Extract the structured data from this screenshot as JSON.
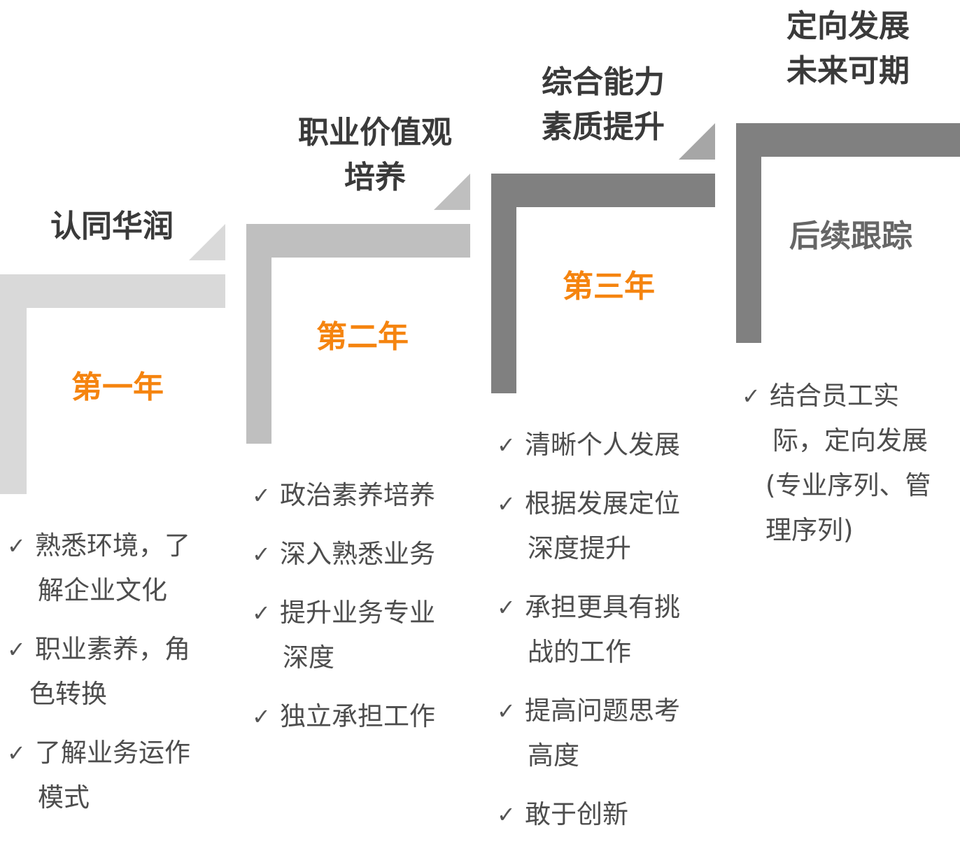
{
  "columns": [
    {
      "heading": [
        "认同华润"
      ],
      "year": "第一年",
      "items": [
        [
          "熟悉环境，了",
          "解企业文化"
        ],
        [
          "职业素养，角",
          "色转换"
        ],
        [
          "了解业务运作",
          "模式"
        ]
      ]
    },
    {
      "heading": [
        "职业价值观",
        "培养"
      ],
      "year": "第二年",
      "items": [
        [
          "政治素养培养"
        ],
        [
          "深入熟悉业务"
        ],
        [
          "提升业务专业",
          "深度"
        ],
        [
          "独立承担工作"
        ]
      ]
    },
    {
      "heading": [
        "综合能力",
        "素质提升"
      ],
      "year": "第三年",
      "items": [
        [
          "清晰个人发展"
        ],
        [
          "根据发展定位",
          "深度提升"
        ],
        [
          "承担更具有挑",
          "战的工作"
        ],
        [
          "提高问题思考",
          "高度"
        ],
        [
          "敢于创新"
        ]
      ]
    },
    {
      "heading": [
        "定向发展",
        "未来可期"
      ],
      "year": "后续跟踪",
      "items": [
        [
          "结合员工实",
          "际，定向发展",
          "(专业序列、管",
          "理序列)"
        ]
      ]
    }
  ],
  "check_mark": "✓",
  "colors": {
    "step1": "#d9d9d9",
    "step2": "#bfbfbf",
    "step3": "#808080",
    "step4": "#808080",
    "year_accent": "#f5840f",
    "heading": "#3a3a3a",
    "body_text": "#4d4d4d"
  }
}
